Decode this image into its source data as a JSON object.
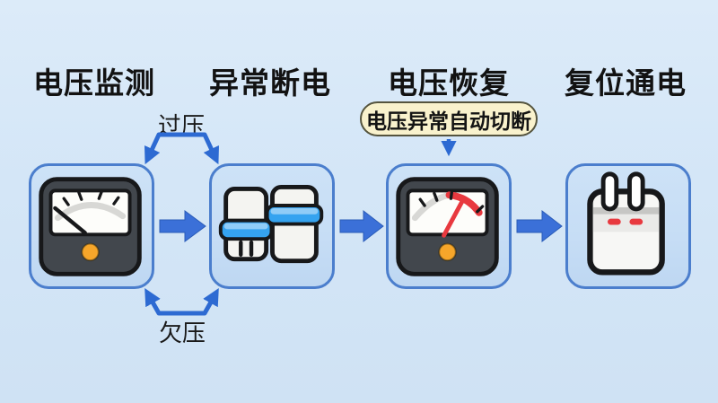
{
  "diagram": {
    "steps": [
      {
        "title": "电压监测",
        "icon": "analog-voltmeter-normal-icon"
      },
      {
        "title": "异常断电",
        "icon": "breaker-switches-icon"
      },
      {
        "title": "电压恢复",
        "icon": "analog-voltmeter-overload-icon"
      },
      {
        "title": "复位通电",
        "icon": "power-plug-reset-icon"
      }
    ],
    "annotations": {
      "overvoltage_label": "过压",
      "undervoltage_label": "欠压",
      "cutoff_badge": "电压异常自动切断"
    },
    "colors": {
      "background": "#d4e6f7",
      "box_fill": "#c6ddf5",
      "box_border": "#4b7ecd",
      "arrow_blue": "#3b70d8",
      "connector_blue": "#2d6ad2",
      "badge_fill": "#f9f2cd",
      "badge_border": "#55543e",
      "text_color": "#121212",
      "meter_body": "#42474d",
      "icon_outline": "#17181a",
      "icon_white": "#f4f4f1",
      "switch_blue": "#35a3f0",
      "accent_orange": "#f6a62a",
      "alert_red": "#e8393f",
      "dial_arc_gray": "#d8d8d5"
    }
  }
}
